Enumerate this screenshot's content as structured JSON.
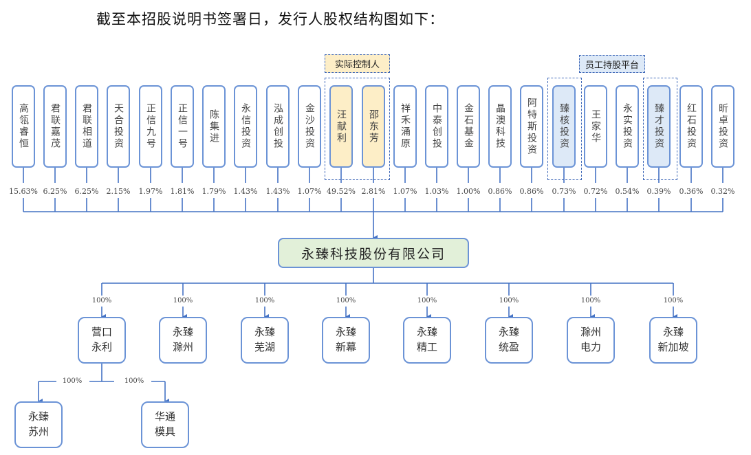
{
  "intro_text": "截至本招股说明书签署日，发行人股权结构图如下：",
  "groups": {
    "controller_label": "实际控制人",
    "esop_label": "员工持股平台"
  },
  "colors": {
    "line": "#4472c4",
    "box_border": "#6b93d6",
    "controller_fill": "#fdeec7",
    "esop_fill": "#dde9f7",
    "company_fill": "#e2f0d9"
  },
  "shareholders": [
    {
      "name": "高瓴睿恒",
      "pct": "15.63%",
      "type": "normal"
    },
    {
      "name": "君联嘉茂",
      "pct": "6.25%",
      "type": "normal"
    },
    {
      "name": "君联相道",
      "pct": "6.25%",
      "type": "normal"
    },
    {
      "name": "天合投资",
      "pct": "2.15%",
      "type": "normal"
    },
    {
      "name": "正信九号",
      "pct": "1.97%",
      "type": "normal"
    },
    {
      "name": "正信一号",
      "pct": "1.81%",
      "type": "normal"
    },
    {
      "name": "陈集进",
      "pct": "1.79%",
      "type": "normal"
    },
    {
      "name": "永信投资",
      "pct": "1.43%",
      "type": "normal"
    },
    {
      "name": "泓成创投",
      "pct": "1.43%",
      "type": "normal"
    },
    {
      "name": "金沙投资",
      "pct": "1.07%",
      "type": "normal"
    },
    {
      "name": "汪献利",
      "pct": "49.52%",
      "type": "ctrl"
    },
    {
      "name": "邵东芳",
      "pct": "2.81%",
      "type": "ctrl"
    },
    {
      "name": "祥禾涌原",
      "pct": "1.07%",
      "type": "normal"
    },
    {
      "name": "中泰创投",
      "pct": "1.03%",
      "type": "normal"
    },
    {
      "name": "金石基金",
      "pct": "1.00%",
      "type": "normal"
    },
    {
      "name": "晶澳科技",
      "pct": "0.86%",
      "type": "normal"
    },
    {
      "name": "阿特斯投资",
      "pct": "0.86%",
      "type": "normal"
    },
    {
      "name": "臻核投资",
      "pct": "0.73%",
      "type": "esop"
    },
    {
      "name": "王家华",
      "pct": "0.72%",
      "type": "normal"
    },
    {
      "name": "永实投资",
      "pct": "0.54%",
      "type": "normal"
    },
    {
      "name": "臻才投资",
      "pct": "0.39%",
      "type": "esop"
    },
    {
      "name": "红石投资",
      "pct": "0.36%",
      "type": "normal"
    },
    {
      "name": "昕卓投资",
      "pct": "0.32%",
      "type": "normal"
    }
  ],
  "company": "永臻科技股份有限公司",
  "subsidiaries": [
    {
      "line1": "营口",
      "line2": "永利",
      "pct": "100%"
    },
    {
      "line1": "永臻",
      "line2": "滁州",
      "pct": "100%"
    },
    {
      "line1": "永臻",
      "line2": "芜湖",
      "pct": "100%"
    },
    {
      "line1": "永臻",
      "line2": "新幕",
      "pct": "100%"
    },
    {
      "line1": "永臻",
      "line2": "精工",
      "pct": "100%"
    },
    {
      "line1": "永臻",
      "line2": "统盈",
      "pct": "100%"
    },
    {
      "line1": "滁州",
      "line2": "电力",
      "pct": "100%"
    },
    {
      "line1": "永臻",
      "line2": "新加坡",
      "pct": "100%"
    }
  ],
  "sub_subsidiaries": [
    {
      "line1": "永臻",
      "line2": "苏州",
      "pct": "100%"
    },
    {
      "line1": "华通",
      "line2": "模具",
      "pct": "100%"
    }
  ]
}
